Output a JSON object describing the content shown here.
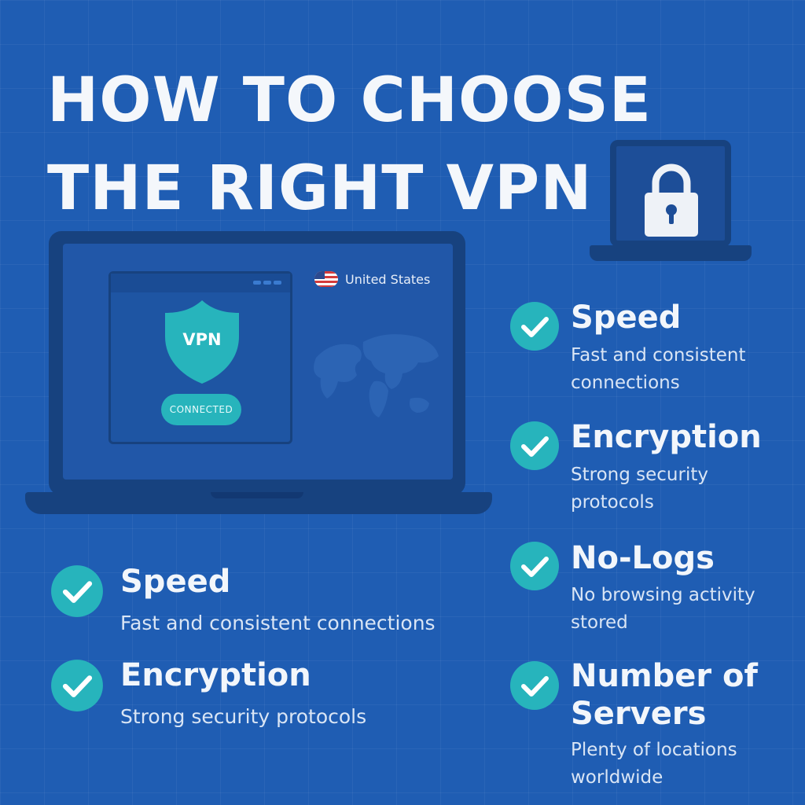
{
  "title": {
    "line1": "HOW TO CHOOSE",
    "line2": "THE RIGHT VPN"
  },
  "colors": {
    "background": "#1f5db3",
    "device": "#17427f",
    "accent": "#27b4bc",
    "text": "#f2f6fb"
  },
  "laptop": {
    "shield_label": "VPN",
    "status": "CONNECTED",
    "country": "United States",
    "flag_icon": "us-flag-icon",
    "map_icon": "world-map-icon"
  },
  "mini_device": {
    "icon": "padlock-icon"
  },
  "right_features": [
    {
      "title": "Speed",
      "desc": "Fast and consistent connections",
      "icon": "check-icon"
    },
    {
      "title": "Encryption",
      "desc": "Strong security protocols",
      "icon": "check-icon"
    },
    {
      "title": "No-Logs",
      "desc": "No browsing activity stored",
      "icon": "check-icon"
    },
    {
      "title": "Number of Servers",
      "desc": "Plenty of locations worldwide",
      "icon": "check-icon"
    }
  ],
  "left_features": [
    {
      "title": "Speed",
      "desc": "Fast and consistent connections",
      "icon": "check-icon"
    },
    {
      "title": "Encryption",
      "desc": "Strong security protocols",
      "icon": "check-icon"
    }
  ]
}
